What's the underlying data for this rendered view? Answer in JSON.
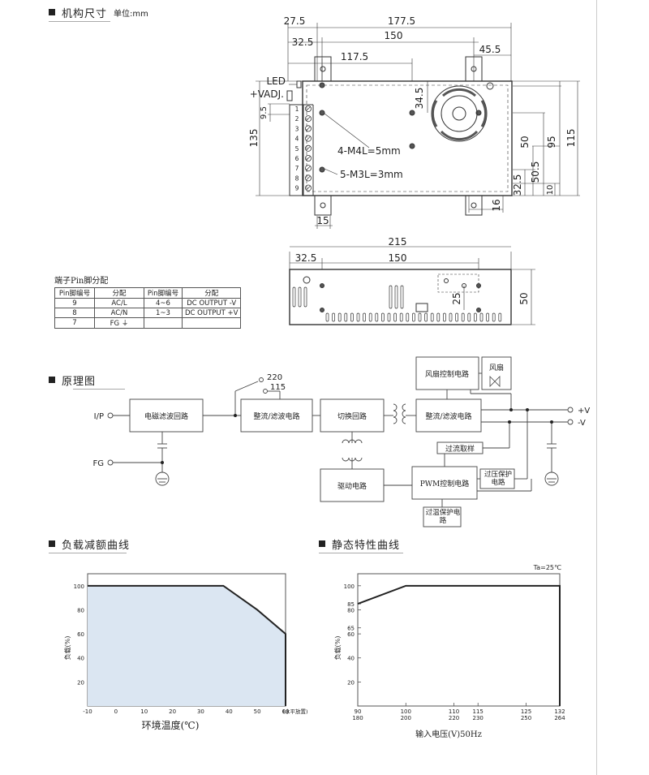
{
  "sections": {
    "dimensions": {
      "title": "机构尺寸",
      "unit": "单位:mm"
    },
    "schematic": {
      "title": "原理图"
    },
    "derating": {
      "title": "负载减额曲线"
    },
    "static": {
      "title": "静态特性曲线"
    }
  },
  "top_view": {
    "dims": {
      "d27_5": "27.5",
      "d177_5": "177.5",
      "d150": "150",
      "d32_5": "32.5",
      "d45_5": "45.5",
      "d117_5": "117.5",
      "d34_5": "34.5",
      "d9_5": "9.5",
      "d135": "135",
      "d50": "50",
      "d95": "95",
      "d115": "115",
      "d50_5": "50.5",
      "d32_5b": "32.5",
      "d10": "10",
      "d15": "15",
      "d16": "16"
    },
    "labels": {
      "led": "LED",
      "vadj": "+VADJ.",
      "m4": "4-M4L=5mm",
      "m3": "5-M3L=3mm"
    },
    "terminals": [
      "1",
      "2",
      "3",
      "4",
      "5",
      "6",
      "7",
      "8",
      "9"
    ]
  },
  "side_view": {
    "d215": "215",
    "d32_5": "32.5",
    "d150": "150",
    "d25": "25",
    "d50": "50"
  },
  "pin_table": {
    "caption": "端子Pin脚分配",
    "headers": [
      "Pin脚编号",
      "分配",
      "Pin脚编号",
      "分配"
    ],
    "rows": [
      [
        "9",
        "AC/L",
        "4~6",
        "DC OUTPUT -V"
      ],
      [
        "8",
        "AC/N",
        "1~3",
        "DC OUTPUT +V"
      ],
      [
        "7",
        "FG ⏚",
        "",
        ""
      ]
    ]
  },
  "schematic": {
    "ip": "I/P",
    "fg": "FG",
    "sw220": "220",
    "sw115": "115",
    "blocks": {
      "emi": "电磁滤波回路",
      "rect1": "整流/滤波电路",
      "switch": "切换回路",
      "rect2": "整流/滤波电路",
      "fan_ctrl": "风扇控制电路",
      "fan": "风扇",
      "drive": "驱动电路",
      "pwm": "PWM控制电路",
      "oc": "过流取样",
      "ov": "过压保护电路",
      "ot": "过温保护电路"
    },
    "vplus": "+V",
    "vminus": "-V"
  },
  "chart_data": [
    {
      "type": "area",
      "title": "",
      "xlabel": "环境温度(℃)",
      "ylabel": "负载(%)",
      "x_note": "(水平放置)",
      "x_ticks": [
        "-10",
        "0",
        "10",
        "20",
        "30",
        "40",
        "50",
        "60"
      ],
      "y_ticks": [
        "20",
        "40",
        "60",
        "80",
        "100"
      ],
      "xlim": [
        -10,
        60
      ],
      "ylim": [
        0,
        110
      ],
      "x": [
        -10,
        38,
        50,
        60,
        60
      ],
      "y": [
        100,
        100,
        80,
        60,
        0
      ],
      "fill": "#dbe6f2"
    },
    {
      "type": "line",
      "title": "",
      "annotation": "Ta=25℃",
      "xlabel": "输入电压(V)50Hz",
      "ylabel": "负载(%)",
      "x_ticks": [
        "90",
        "100",
        "110",
        "115",
        "125",
        "132"
      ],
      "x_ticks_alt": [
        "180",
        "200",
        "220",
        "230",
        "250",
        "264"
      ],
      "y_ticks": [
        "20",
        "40",
        "60",
        "65",
        "80",
        "85",
        "100"
      ],
      "xlim": [
        90,
        132
      ],
      "ylim": [
        0,
        110
      ],
      "x": [
        90,
        100,
        132,
        132
      ],
      "y": [
        85,
        100,
        100,
        0
      ]
    }
  ]
}
